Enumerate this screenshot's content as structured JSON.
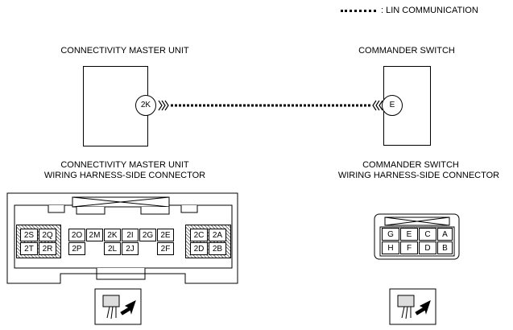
{
  "legend": {
    "label": ": LIN COMMUNICATION"
  },
  "master_unit": {
    "title": "CONNECTIVITY MASTER UNIT",
    "port": "2K",
    "connector_title_line1": "CONNECTIVITY MASTER UNIT",
    "connector_title_line2": "WIRING HARNESS-SIDE CONNECTOR",
    "pins": {
      "l1": "2S",
      "l2": "2Q",
      "l3": "2T",
      "l4": "2R",
      "m1": "2O",
      "m2": "2M",
      "m3": "2K",
      "m4": "2I",
      "m5": "2G",
      "m6": "2E",
      "m7": "2P",
      "m8": "2L",
      "m9": "2J",
      "m10": "2F",
      "r1": "2C",
      "r2": "2A",
      "r3": "2D",
      "r4": "2B"
    }
  },
  "commander_switch": {
    "title": "COMMANDER SWITCH",
    "port": "E",
    "connector_title_line1": "COMMANDER SWITCH",
    "connector_title_line2": "WIRING HARNESS-SIDE CONNECTOR",
    "pins": {
      "t1": "G",
      "t2": "E",
      "t3": "C",
      "t4": "A",
      "b1": "H",
      "b2": "F",
      "b3": "D",
      "b4": "B"
    }
  },
  "icons": [
    "connector-view-icon-left",
    "connector-view-icon-right"
  ]
}
